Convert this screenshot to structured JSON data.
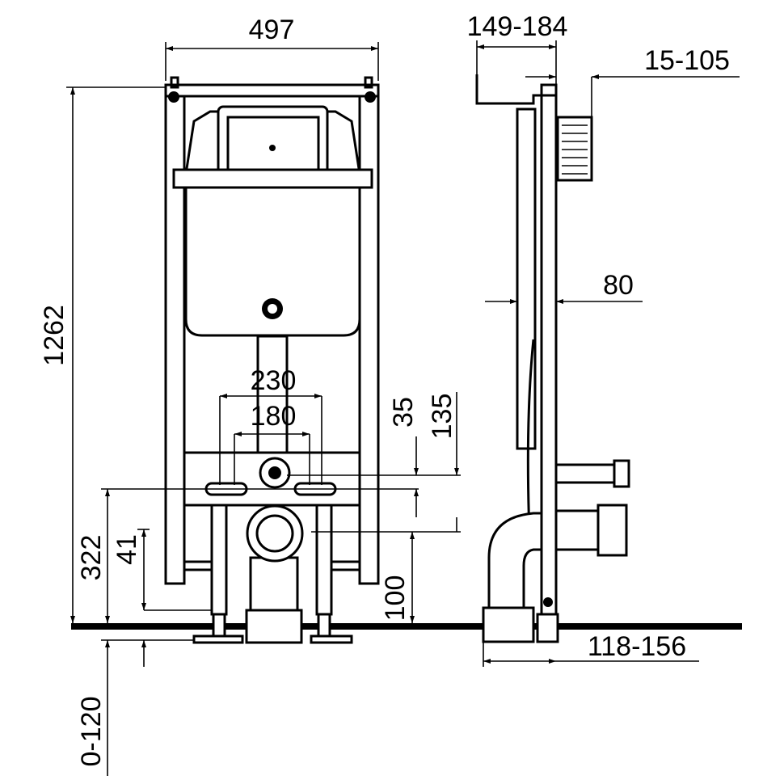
{
  "drawing": {
    "title": "Installation frame dimensions",
    "dimensions": {
      "width": "497",
      "height": "1262",
      "outlet_spacing_outer": "230",
      "outlet_spacing_inner": "180",
      "offset_35": "35",
      "offset_135": "135",
      "drain_height": "322",
      "offset_41": "41",
      "leg_adjust": "0-120",
      "drain_center": "100",
      "wall_depth": "149-184",
      "panel_depth": "15-105",
      "frame_depth": "80",
      "foot_depth": "118-156"
    }
  }
}
